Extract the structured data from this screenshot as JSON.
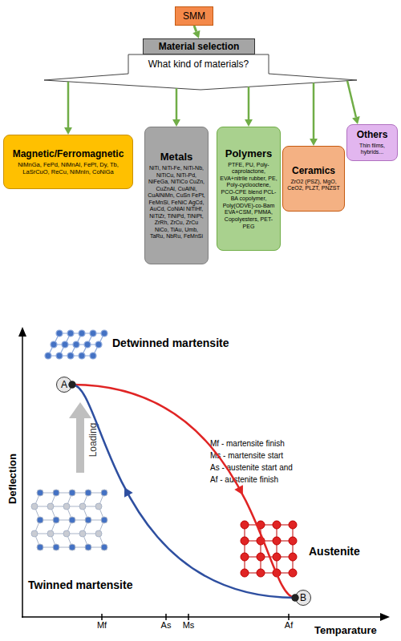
{
  "diagram": {
    "nodes": [
      {
        "text": [
          "SMM"
        ]
      },
      {
        "text": [
          "Material selection"
        ]
      },
      {
        "text": [
          "What kind of materials?"
        ]
      },
      {
        "text": [
          "Magnetic/Ferromagnetic",
          "NiMnGa, FePd, NiMnAl, FePt, Dy, Tb, LaSrCuO, ReCu, NiMnIn, CoNiGa"
        ]
      },
      {
        "text": [
          "Metals",
          "NiTi, NiTi-Fe, NiTi-Nb, NiTiCu, NiTi-Pd, NiFeGa, NiTiCo CuZn, CuZnAl, CuAlNi, CuAlNiMn, CuSn FePt, FeMnSi, FeNiC AgCd, AuCd, CoNiAl NiTiHf, NiTiZr, TiNiPd, TiNiPt, ZrRh, ZrCu, ZrCu NiCo, TiAu, Umb, TaRu, NbRu, FeMnSi"
        ]
      },
      {
        "text": [
          "Polymers",
          "PTFE, PU, Poly-caprolactone, EVA+nitrile rubber, PE, Poly-cyclooctene, PCO-CPE blend PCL-BA copolymer, Poly(ODVE)-co-Bam EVA+CSM, PMMA, Copolyesters, PET-PEG"
        ]
      },
      {
        "text": [
          "Ceramics",
          "ZrO2 (PSZ), MgO, CeO2, PLZT, PNZST"
        ]
      },
      {
        "text": [
          "Others",
          "Thin films, hybrids..."
        ]
      },
      {
        "text": [
          "A"
        ]
      },
      {
        "text": [
          "B"
        ]
      }
    ],
    "edges": [
      {
        "from": 0,
        "to": 1,
        "arrow": "to"
      },
      {
        "from": 2,
        "to": 3,
        "arrow": "to"
      },
      {
        "from": 2,
        "to": 4,
        "arrow": "to"
      },
      {
        "from": 2,
        "to": 5,
        "arrow": "to"
      },
      {
        "from": 2,
        "to": 6,
        "arrow": "to"
      },
      {
        "from": 2,
        "to": 7,
        "arrow": "to"
      },
      {
        "from": 8,
        "to": 9,
        "arrow": "to"
      },
      {
        "from": 9,
        "to": 8,
        "arrow": "to"
      }
    ],
    "labels": [
      "Detwinned martensite",
      "Loading",
      "Twinned martensite",
      "Austenite",
      "Deflection",
      "Temparature",
      "Mf",
      "As",
      "Ms",
      "Af",
      "Mf - martensite finish",
      "Ms - martensite start",
      "As - austenite start and",
      "Af - austenite finish"
    ]
  }
}
